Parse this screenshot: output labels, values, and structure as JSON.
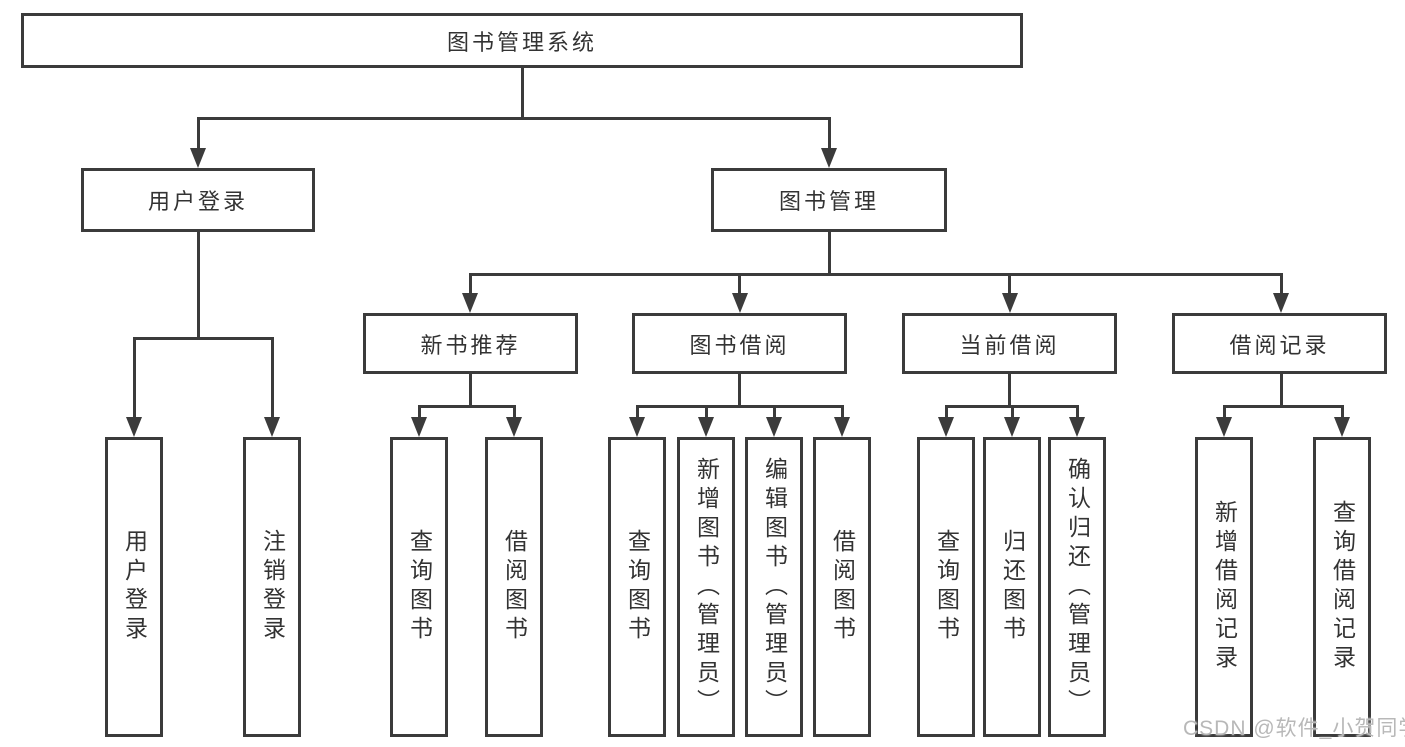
{
  "diagram_title": "图书管理系统",
  "nodes": [
    {
      "id": "library-management-system",
      "label": "图书管理系统",
      "level": 1,
      "parent": null,
      "orientation": "horizontal"
    },
    {
      "id": "user-login",
      "label": "用户登录",
      "level": 2,
      "parent": "library-management-system",
      "orientation": "horizontal"
    },
    {
      "id": "book-management",
      "label": "图书管理",
      "level": 2,
      "parent": "library-management-system",
      "orientation": "horizontal"
    },
    {
      "id": "new-book-recommendation",
      "label": "新书推荐",
      "level": 3,
      "parent": "book-management",
      "orientation": "horizontal"
    },
    {
      "id": "book-borrowing",
      "label": "图书借阅",
      "level": 3,
      "parent": "book-management",
      "orientation": "horizontal"
    },
    {
      "id": "current-borrowing",
      "label": "当前借阅",
      "level": 3,
      "parent": "book-management",
      "orientation": "horizontal"
    },
    {
      "id": "borrowing-records",
      "label": "借阅记录",
      "level": 3,
      "parent": "book-management",
      "orientation": "horizontal"
    },
    {
      "id": "user-login-leaf",
      "label": "用户登录",
      "level": 4,
      "parent": "user-login",
      "orientation": "vertical"
    },
    {
      "id": "logout-leaf",
      "label": "注销登录",
      "level": 4,
      "parent": "user-login",
      "orientation": "vertical"
    },
    {
      "id": "query-books-1",
      "label": "查询图书",
      "level": 4,
      "parent": "new-book-recommendation",
      "orientation": "vertical"
    },
    {
      "id": "borrow-books-1",
      "label": "借阅图书",
      "level": 4,
      "parent": "new-book-recommendation",
      "orientation": "vertical"
    },
    {
      "id": "query-books-2",
      "label": "查询图书",
      "level": 4,
      "parent": "book-borrowing",
      "orientation": "vertical"
    },
    {
      "id": "add-books-admin",
      "label": "新增图书（管理员）",
      "level": 4,
      "parent": "book-borrowing",
      "orientation": "vertical"
    },
    {
      "id": "edit-books-admin",
      "label": "编辑图书（管理员）",
      "level": 4,
      "parent": "book-borrowing",
      "orientation": "vertical"
    },
    {
      "id": "borrow-books-2",
      "label": "借阅图书",
      "level": 4,
      "parent": "book-borrowing",
      "orientation": "vertical"
    },
    {
      "id": "query-books-3",
      "label": "查询图书",
      "level": 4,
      "parent": "current-borrowing",
      "orientation": "vertical"
    },
    {
      "id": "return-books",
      "label": "归还图书",
      "level": 4,
      "parent": "current-borrowing",
      "orientation": "vertical"
    },
    {
      "id": "confirm-return-admin",
      "label": "确认归还（管理员）",
      "level": 4,
      "parent": "current-borrowing",
      "orientation": "vertical"
    },
    {
      "id": "add-borrow-record",
      "label": "新增借阅记录",
      "level": 4,
      "parent": "borrowing-records",
      "orientation": "vertical"
    },
    {
      "id": "query-borrow-record",
      "label": "查询借阅记录",
      "level": 4,
      "parent": "borrowing-records",
      "orientation": "vertical"
    }
  ],
  "watermark": {
    "text": "CSDN @软件_小贺同学"
  },
  "colors": {
    "line": "#3b3b3b",
    "text": "#333333",
    "box_fill": "#ffffff",
    "background": "#ffffff",
    "watermark": "#b8b8b8"
  }
}
